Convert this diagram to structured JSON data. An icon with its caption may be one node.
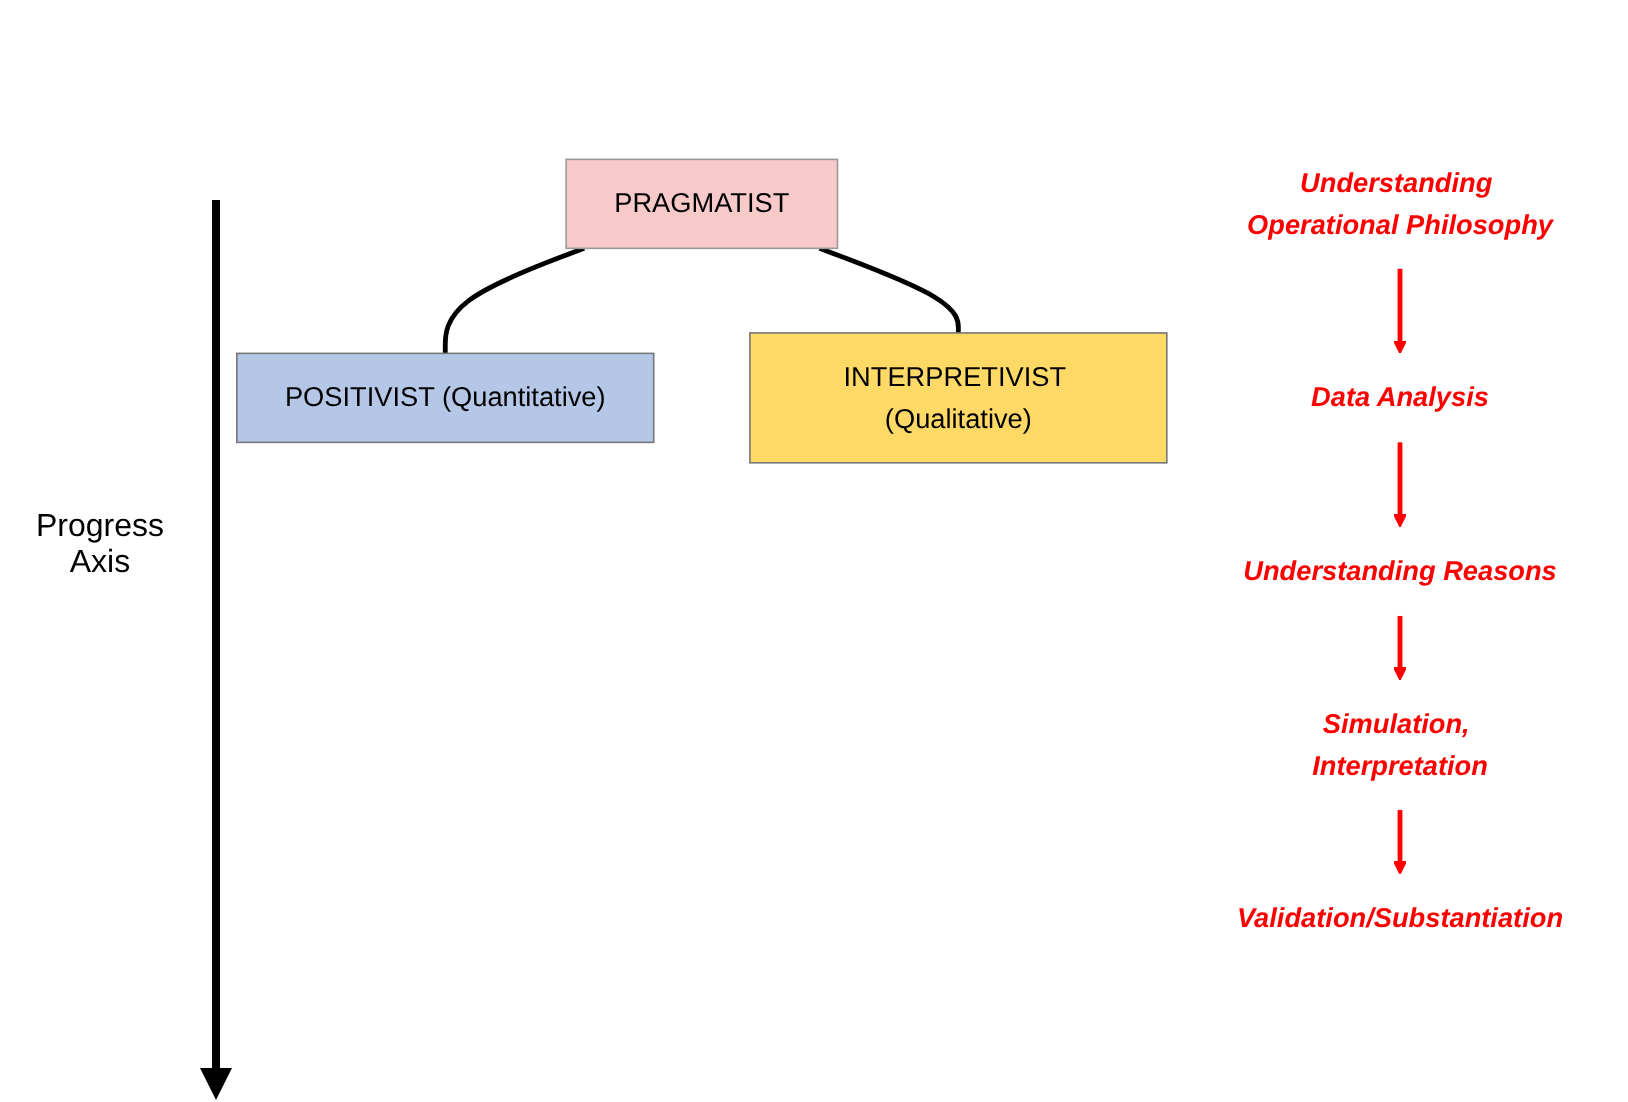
{
  "diagram": {
    "nodes": [
      {
        "text": [
          "PRAGMATIST"
        ]
      },
      {
        "text": [
          "POSITIVIST (Quantitative)"
        ]
      },
      {
        "text": [
          "INTERPRETIVIST (Qualitative)"
        ]
      },
      {
        "text": [
          "Understanding Operational Philosophy"
        ]
      },
      {
        "text": [
          "Data Analysis"
        ]
      },
      {
        "text": [
          "Understanding Reasons"
        ]
      },
      {
        "text": [
          "Simulation, Interpretation"
        ]
      },
      {
        "text": [
          "Validation/Substantiation"
        ]
      }
    ],
    "edges": [
      {
        "from": 0,
        "to": 1,
        "arrow": "none",
        "color": "#000000"
      },
      {
        "from": 0,
        "to": 2,
        "arrow": "none",
        "color": "#000000"
      },
      {
        "from": 3,
        "to": 4,
        "arrow": "to"
      },
      {
        "from": 4,
        "to": 5,
        "arrow": "to"
      },
      {
        "from": 5,
        "to": 6,
        "arrow": "to"
      },
      {
        "from": 6,
        "to": 7,
        "arrow": "to"
      }
    ],
    "labels": [
      "Progress Axis"
    ]
  }
}
